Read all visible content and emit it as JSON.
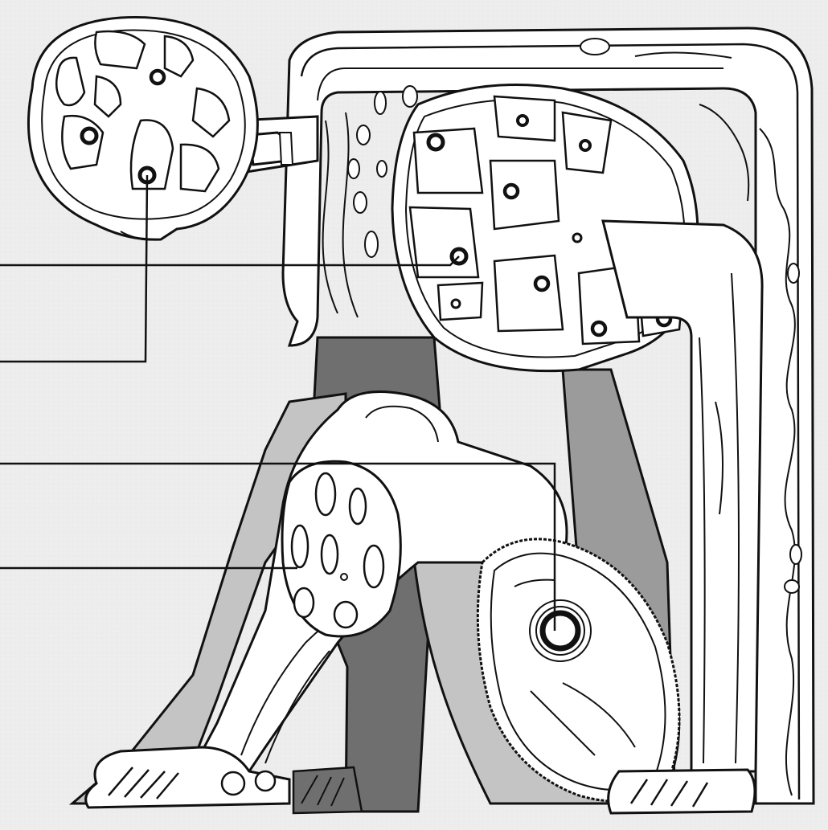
{
  "figure": {
    "colors": {
      "background": "#ededed",
      "ink": "#111111",
      "body_fill": "#ffffff",
      "shadow_dark": "#6f6f6f",
      "shadow_mid": "#9b9b9b",
      "shadow_light": "#c4c4c4"
    },
    "parts": [
      "head",
      "neck",
      "torso-frame",
      "chest-cells",
      "rear-leg",
      "arm",
      "front-leg",
      "thigh-wheel",
      "foot",
      "hand"
    ],
    "leader_lines": [
      "head-cell",
      "chest-cell",
      "wheel-hub",
      "knee-cells"
    ]
  }
}
